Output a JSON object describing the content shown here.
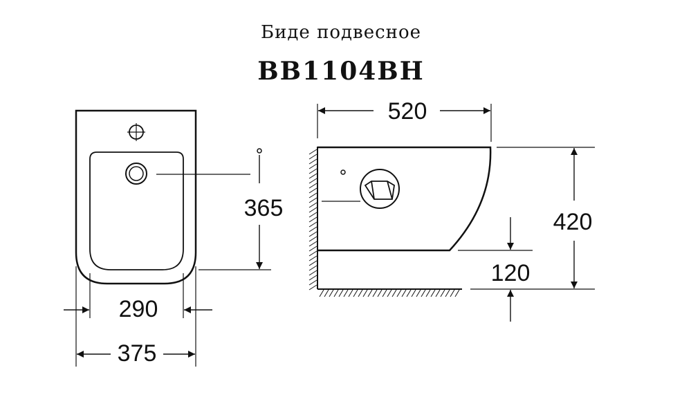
{
  "header": {
    "subtitle": "Биде подвесное",
    "model": "BB1104BH"
  },
  "dimensions": {
    "front_width_inner": "290",
    "front_width_outer": "375",
    "drain_height": "365",
    "side_depth": "520",
    "side_height": "420",
    "floor_clearance": "120"
  }
}
